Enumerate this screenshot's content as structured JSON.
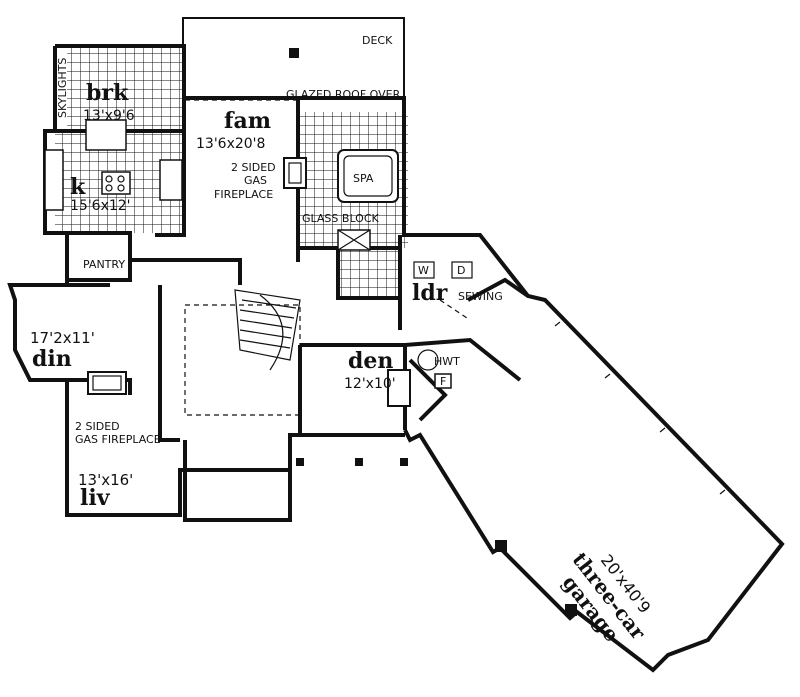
{
  "rooms": {
    "brk": {
      "name": "brk",
      "dim": "13'x9'6"
    },
    "k": {
      "name": "k",
      "dim": "15'6x12'"
    },
    "fam": {
      "name": "fam",
      "dim": "13'6x20'8"
    },
    "din": {
      "name": "din",
      "dim": "17'2x11'"
    },
    "liv": {
      "name": "liv",
      "dim": "13'x16'"
    },
    "den": {
      "name": "den",
      "dim": "12'x10'"
    },
    "ldr": {
      "name": "ldr"
    },
    "garage": {
      "dim": "20'x40'9",
      "line1": "three-car",
      "line2": "garage"
    }
  },
  "labels": {
    "skylights": "SKYLIGHTS",
    "deck": "DECK",
    "glazed_roof": "GLAZED ROOF OVER",
    "fireplace_fam_1": "2 SIDED",
    "fireplace_fam_2": "GAS",
    "fireplace_fam_3": "FIREPLACE",
    "spa": "SPA",
    "glass_block": "GLASS BLOCK",
    "pantry": "PANTRY",
    "sewing": "SEWING",
    "hwt": "HWT",
    "furnace": "F",
    "washer": "W",
    "dryer": "D",
    "fireplace_liv_1": "2 SIDED",
    "fireplace_liv_2": "GAS FIREPLACE"
  }
}
